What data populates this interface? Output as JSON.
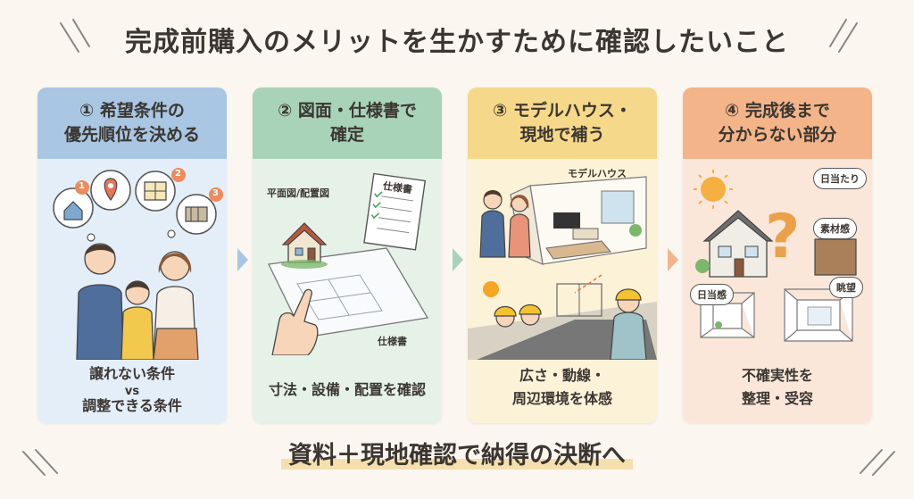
{
  "title": "完成前購入のメリットを生かすために確認したいこと",
  "panels": [
    {
      "heading": "① 希望条件の\n優先順位を決める",
      "caption_line1": "譲れない条件",
      "caption_line2": "vs",
      "caption_line3": "調整できる条件",
      "badges": [
        "1",
        "2",
        "3"
      ],
      "head_color": "#a9c6e3",
      "body_color": "#e4eef8"
    },
    {
      "heading": "② 図面・仕様書で\n確定",
      "label_plan": "平面図/配置図",
      "label_spec_doc": "仕様書",
      "label_spec": "仕様書",
      "caption": "寸法・設備・配置を確認",
      "head_color": "#a9d3b8",
      "body_color": "#e6f2e8"
    },
    {
      "heading": "③ モデルハウス・\n現地で補う",
      "label_model": "モデルハウス",
      "caption_line1": "広さ・動線・",
      "caption_line2": "周辺環境を体感",
      "head_color": "#f6d88a",
      "body_color": "#fcf2d8"
    },
    {
      "heading": "④ 完成後まで\n分からない部分",
      "bubble_sun": "日当たり",
      "bubble_material": "素材感",
      "bubble_light": "日当感",
      "bubble_view": "眺望",
      "caption_line1": "不確実性を",
      "caption_line2": "整理・受容",
      "head_color": "#f3b48a",
      "body_color": "#fbe7da"
    }
  ],
  "bottom_text": "資料＋現地確認で納得の決断へ"
}
